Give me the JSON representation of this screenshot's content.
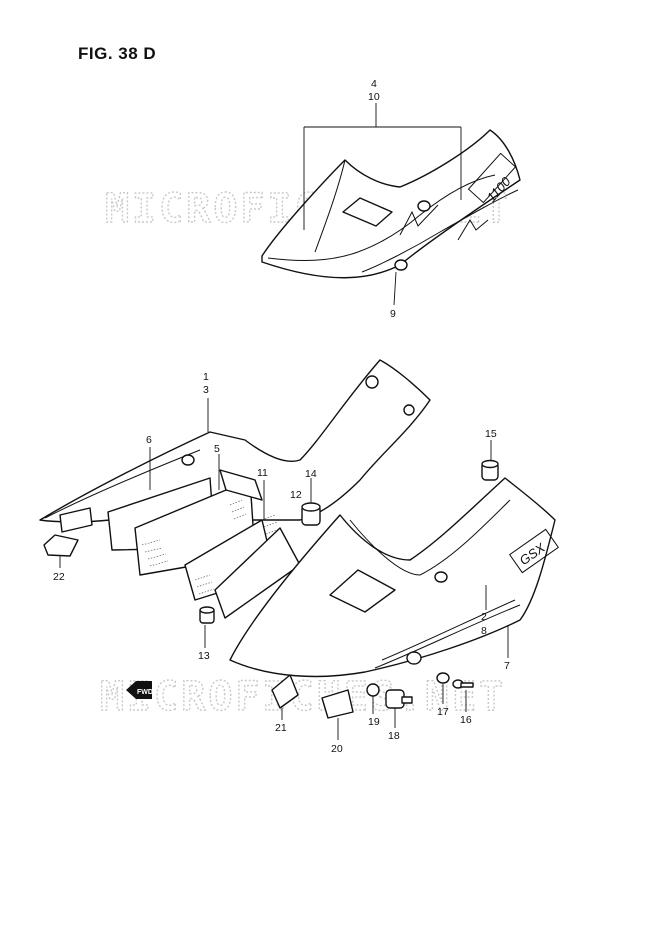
{
  "figure": {
    "title": "FIG. 38 D"
  },
  "watermark": {
    "text": "MICROFICHES.NET"
  },
  "decals": {
    "top_cowl": "1100",
    "side_cover": "GSX"
  },
  "fwd_marker": {
    "label": "FWD"
  },
  "callouts": {
    "c4": "4",
    "c10": "10",
    "c9": "9",
    "c1": "1",
    "c3": "3",
    "c6": "6",
    "c5": "5",
    "c11": "11",
    "c14": "14",
    "c12": "12",
    "c15": "15",
    "c2": "2",
    "c8": "8",
    "c7": "7",
    "c22": "22",
    "c13": "13",
    "c21": "21",
    "c20": "20",
    "c19": "19",
    "c18": "18",
    "c17": "17",
    "c16": "16"
  },
  "colors": {
    "line": "#111111",
    "watermark": "#c9c9c9",
    "background": "#ffffff"
  }
}
